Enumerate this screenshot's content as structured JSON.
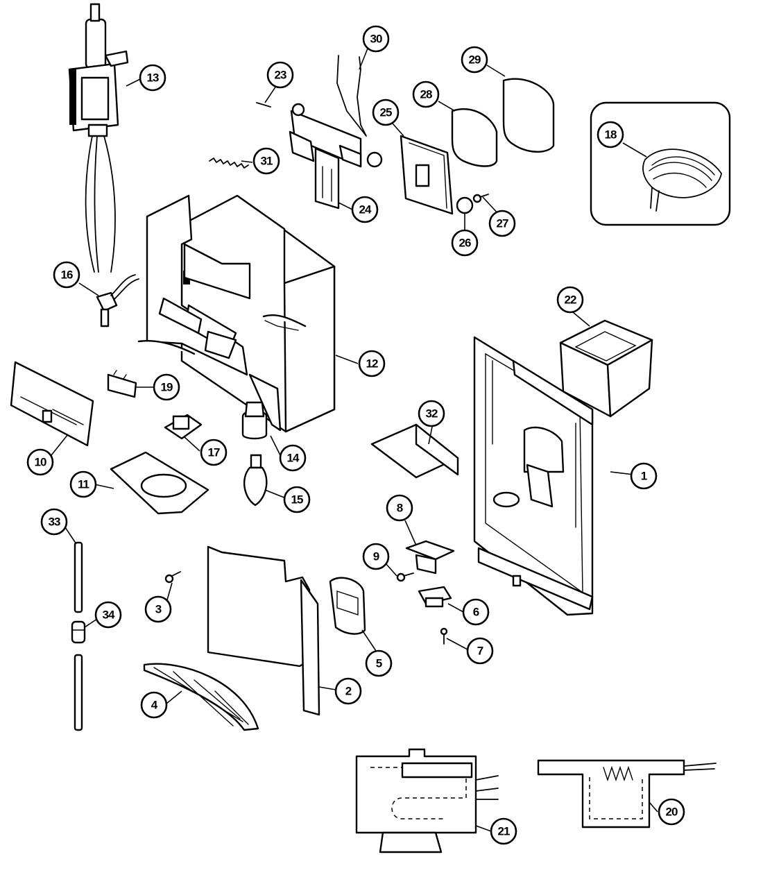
{
  "callouts": [
    {
      "label": "1"
    },
    {
      "label": "2"
    },
    {
      "label": "3"
    },
    {
      "label": "4"
    },
    {
      "label": "5"
    },
    {
      "label": "6"
    },
    {
      "label": "7"
    },
    {
      "label": "8"
    },
    {
      "label": "9"
    },
    {
      "label": "10"
    },
    {
      "label": "11"
    },
    {
      "label": "12"
    },
    {
      "label": "13"
    },
    {
      "label": "14"
    },
    {
      "label": "15"
    },
    {
      "label": "16"
    },
    {
      "label": "17"
    },
    {
      "label": "18"
    },
    {
      "label": "19"
    },
    {
      "label": "20"
    },
    {
      "label": "21"
    },
    {
      "label": "22"
    },
    {
      "label": "23"
    },
    {
      "label": "24"
    },
    {
      "label": "25"
    },
    {
      "label": "26"
    },
    {
      "label": "27"
    },
    {
      "label": "28"
    },
    {
      "label": "29"
    },
    {
      "label": "30"
    },
    {
      "label": "31"
    },
    {
      "label": "32"
    },
    {
      "label": "33"
    },
    {
      "label": "34"
    }
  ]
}
